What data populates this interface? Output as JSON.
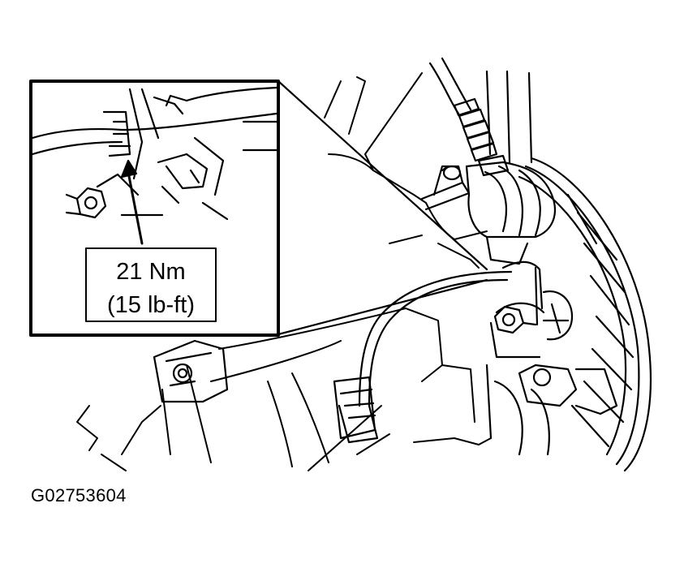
{
  "callout": {
    "torque_metric": "21 Nm",
    "torque_imperial": "(15 lb-ft)"
  },
  "figure_id": "G02753604",
  "colors": {
    "line": "#000000",
    "background": "#ffffff"
  }
}
